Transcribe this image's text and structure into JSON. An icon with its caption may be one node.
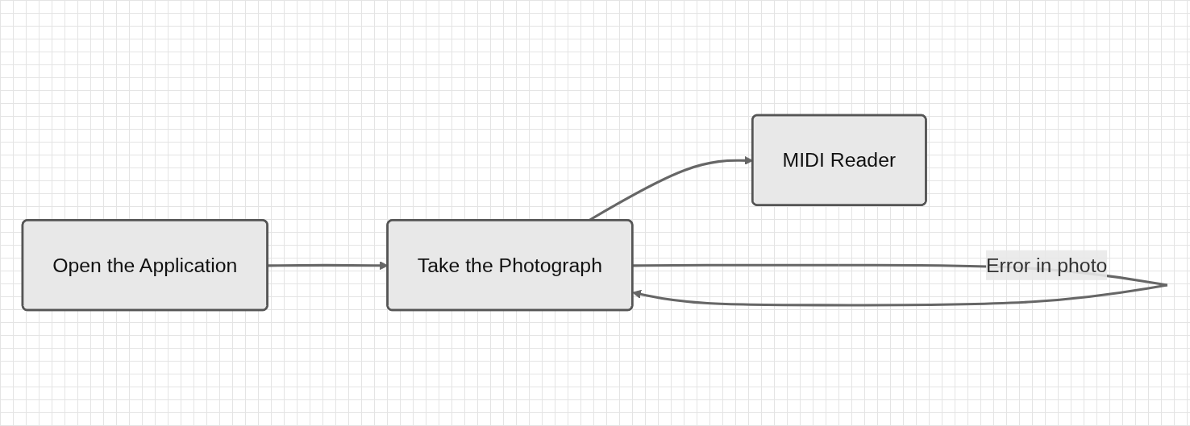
{
  "diagram": {
    "nodes": [
      {
        "text": [
          "Open the Application"
        ]
      },
      {
        "text": [
          "Take the Photograph"
        ]
      },
      {
        "text": [
          "MIDI Reader"
        ]
      }
    ],
    "edges": [
      {
        "from": 0,
        "to": 1,
        "arrow": "to"
      },
      {
        "from": 1,
        "to": 2,
        "arrow": "to"
      },
      {
        "from": 1,
        "to": 1,
        "arrow": "to",
        "label": "Error in photo"
      }
    ]
  }
}
